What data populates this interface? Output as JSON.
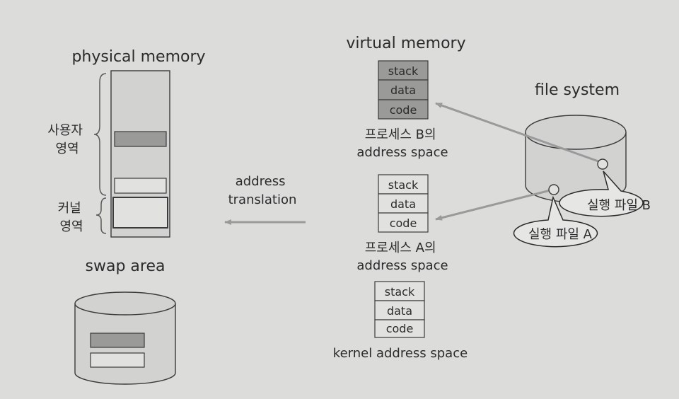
{
  "physical_memory": {
    "title": "physical memory",
    "user_region_label": [
      "사용자",
      "영역"
    ],
    "kernel_region_label": [
      "커널",
      "영역"
    ]
  },
  "address_translation_label": [
    "address",
    "translation"
  ],
  "swap_area": {
    "title": "swap area"
  },
  "virtual_memory": {
    "title": "virtual memory",
    "process_b": {
      "segments": [
        "stack",
        "data",
        "code"
      ],
      "caption": [
        "프로세스 B의",
        "address space"
      ]
    },
    "process_a": {
      "segments": [
        "stack",
        "data",
        "code"
      ],
      "caption": [
        "프로세스 A의",
        "address space"
      ]
    },
    "kernel": {
      "segments": [
        "stack",
        "data",
        "code"
      ],
      "caption": "kernel address space"
    }
  },
  "file_system": {
    "title": "file system",
    "callout_b": "실행 파일 B",
    "callout_a": "실행 파일 A"
  },
  "colors": {
    "background": "#dcdcdb",
    "box_fill": "#d2d2d1",
    "dark_segment": "#9a9a99",
    "light_segment": "#e1e1e0",
    "outline": "#3b3b3b",
    "arrow": "#9a9a9a"
  }
}
